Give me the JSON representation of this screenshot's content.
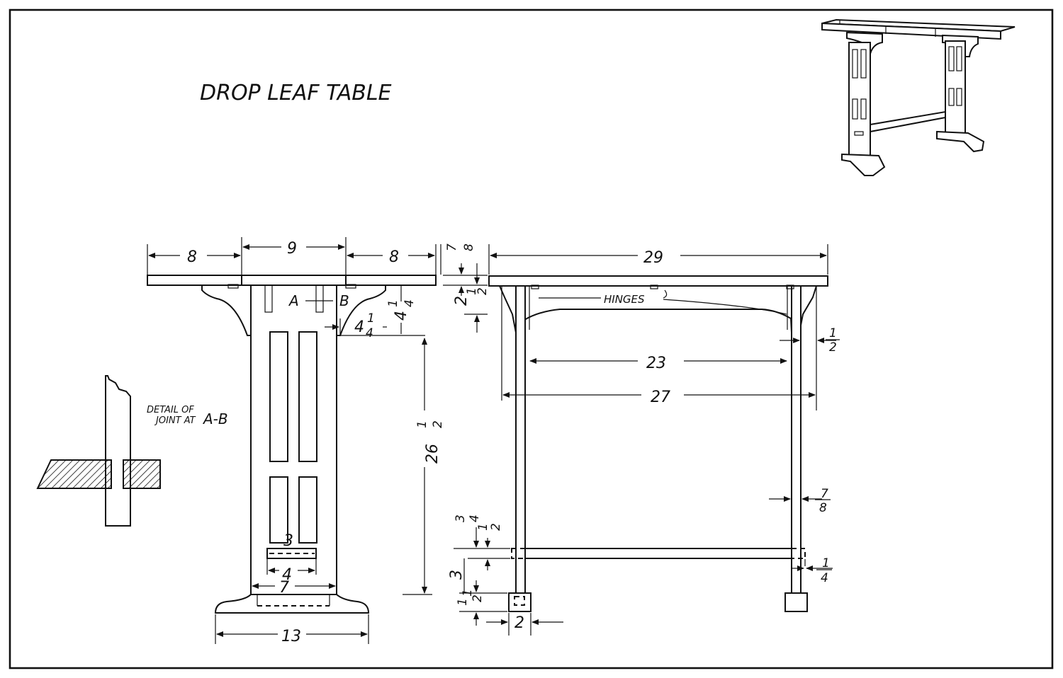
{
  "title": "DROP LEAF TABLE",
  "detail_note": {
    "line1": "DETAIL OF",
    "line2": "JOINT AT",
    "ref": "A-B"
  },
  "section_labels": {
    "a": "A",
    "b": "B"
  },
  "hinges_label": "HINGES",
  "end_view_dims": {
    "leaf_left": "8",
    "center_top": "9",
    "leaf_right": "8",
    "top_thickness": {
      "num": "7",
      "den": "8"
    },
    "apron_depth": {
      "whole": "2",
      "num": "1",
      "den": "2"
    },
    "bracket_height": {
      "whole": "4",
      "num": "1",
      "den": "4"
    },
    "bracket_width": {
      "whole": "4",
      "num": "1",
      "den": "4"
    },
    "height": {
      "whole": "26",
      "num": "1",
      "den": "2"
    },
    "slot_width": "3",
    "slot_outer": "4",
    "post_bottom": "7",
    "foot_width": "13"
  },
  "side_view_dims": {
    "top_length": "29",
    "inner_span": "23",
    "outer_span": "27",
    "leg_offset": {
      "num": "1",
      "den": "2"
    },
    "leg_thickness": {
      "num": "7",
      "den": "8"
    },
    "stretcher_offset": {
      "num": "1",
      "den": "4"
    },
    "stretcher_height_a": {
      "num": "3",
      "den": "4"
    },
    "stretcher_height_b": {
      "num": "1",
      "den": "2"
    },
    "stretcher_rise": "3",
    "foot_height": {
      "whole": "1",
      "num": "1",
      "den": "2"
    },
    "foot_width": "2"
  },
  "colors": {
    "ink": "#111111",
    "paper": "#ffffff",
    "border": "#111111"
  }
}
